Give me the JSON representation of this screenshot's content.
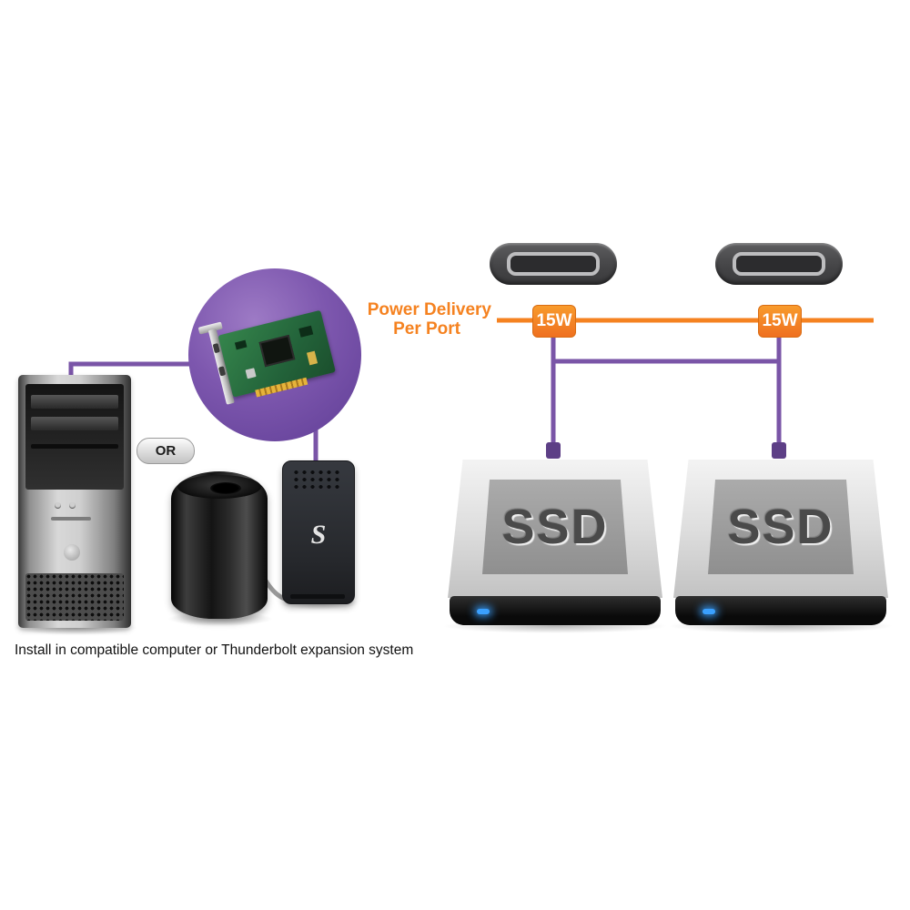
{
  "diagram": {
    "power": {
      "line1": "Power Delivery",
      "line2": "Per Port",
      "port1_wattage": "15W",
      "port2_wattage": "15W"
    },
    "or_label": "OR",
    "ssd_left_label": "SSD",
    "ssd_right_label": "SSD",
    "chassis_logo": "S",
    "caption": "Install in compatible computer or Thunderbolt expansion system",
    "colors": {
      "accent_purple": "#7a55a7",
      "accent_orange": "#f58220",
      "led_blue": "#3aa0ff"
    }
  }
}
